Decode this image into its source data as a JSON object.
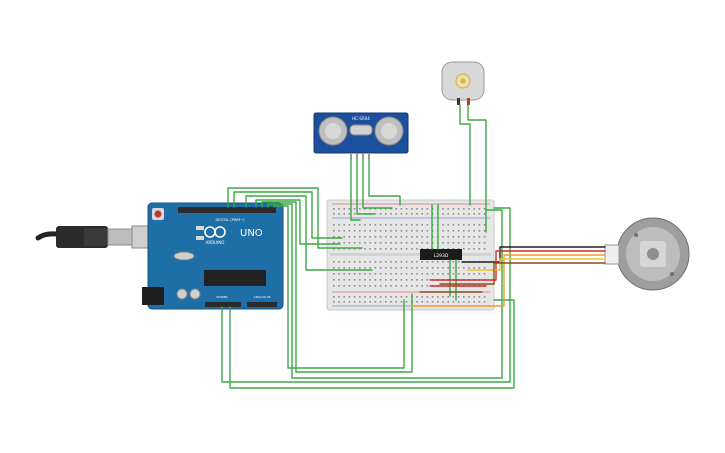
{
  "arduino": {
    "logo_text": "UNO",
    "brand_text": "ARDUINO",
    "digital_header_label": "DIGITAL (PWM~)",
    "power_label": "POWER",
    "analog_label": "ANALOG IN"
  },
  "ultrasonic_sensor": {
    "model_label": "HC-SR04"
  },
  "driver_chip": {
    "label": "L293D"
  },
  "colors": {
    "wire_green": "#3aa845",
    "wire_red": "#d22b2b",
    "wire_black": "#222222",
    "wire_orange": "#f29a2e",
    "wire_yellow": "#e8c62b",
    "wire_brown": "#8b4a1d",
    "arduino_blue": "#1e6fa8",
    "breadboard": "#e6e6e6",
    "sensor_blue": "#1c4f9c"
  }
}
